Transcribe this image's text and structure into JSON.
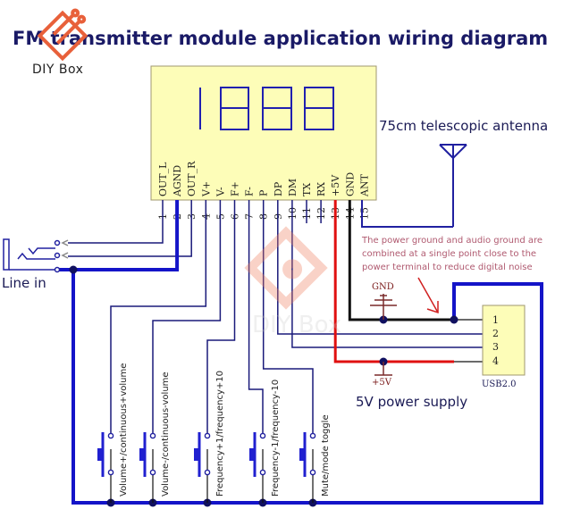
{
  "title": "FM transmitter module application wiring diagram",
  "brand": {
    "name": "DIY Box",
    "logo_icon": "circuit-diamond-logo",
    "color": "#e8603a"
  },
  "module": {
    "display_digits": "1888",
    "pins": [
      {
        "num": "1",
        "label": "OUT_L"
      },
      {
        "num": "2",
        "label": "AGND"
      },
      {
        "num": "3",
        "label": "OUT_R"
      },
      {
        "num": "4",
        "label": "V+"
      },
      {
        "num": "5",
        "label": "V-"
      },
      {
        "num": "6",
        "label": "F+"
      },
      {
        "num": "7",
        "label": "F-"
      },
      {
        "num": "8",
        "label": "P"
      },
      {
        "num": "9",
        "label": "DP"
      },
      {
        "num": "10",
        "label": "DM"
      },
      {
        "num": "11",
        "label": "TX"
      },
      {
        "num": "12",
        "label": "RX"
      },
      {
        "num": "13",
        "label": "+5V"
      },
      {
        "num": "14",
        "label": "GND"
      },
      {
        "num": "15",
        "label": "ANT"
      }
    ]
  },
  "antenna": {
    "label": "75cm telescopic antenna"
  },
  "line_in": {
    "label": "Line in"
  },
  "ground_note": {
    "lines": [
      "The power ground and audio ground are",
      "combined at a single point close to the",
      "power terminal to reduce digital noise"
    ]
  },
  "gnd_symbol": {
    "label": "GND"
  },
  "vcc_symbol": {
    "label": "+5V"
  },
  "usb": {
    "name": "USB2.0",
    "pins": [
      "1",
      "2",
      "3",
      "4"
    ]
  },
  "power_label": "5V power supply",
  "buttons": [
    {
      "label": "Volume+/continuous+volume"
    },
    {
      "label": "Volume-/continuous-volume"
    },
    {
      "label": "Frequency+1/frequency+10"
    },
    {
      "label": "Frequency-1/frequency-10"
    },
    {
      "label": "Mute/mode toggle"
    }
  ],
  "colors": {
    "wire": "#1a1a7a",
    "ground_bus": "#1414c8",
    "power": "#e01010",
    "gnd_wire": "#111111",
    "module_fill": "#fdfdb8",
    "title": "#1a1a66"
  },
  "watermark": "DIY Box"
}
